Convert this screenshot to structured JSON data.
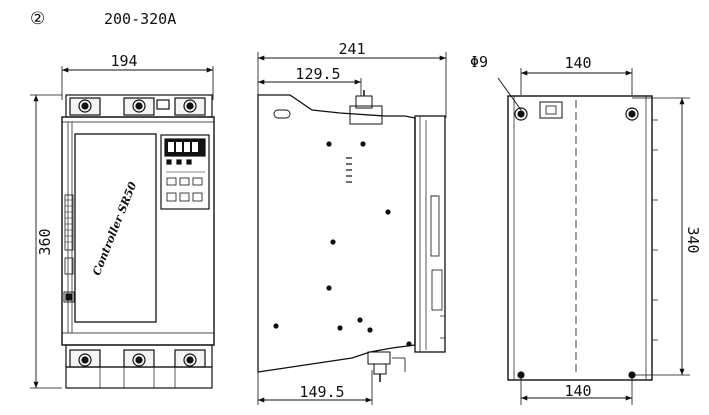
{
  "header": {
    "index_mark": "②",
    "range_label": "200-320A"
  },
  "front_view": {
    "width_dim": "194",
    "height_dim": "360",
    "panel_text": "Controller SR50"
  },
  "side_view": {
    "width_dim": "241",
    "top_offset_dim": "129.5",
    "bottom_offset_dim": "149.5"
  },
  "back_view": {
    "hole_dim": "Φ9",
    "top_spacing_dim": "140",
    "height_dim": "340",
    "bottom_spacing_dim": "140"
  }
}
